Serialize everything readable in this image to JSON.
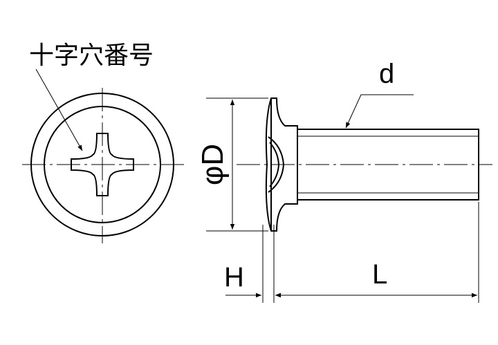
{
  "labels": {
    "cross_recess_number": "十字穴番号",
    "thread_diameter": "d",
    "head_diameter": "φD",
    "head_height": "H",
    "length": "L"
  },
  "colors": {
    "line": "#000000",
    "background": "#ffffff"
  }
}
